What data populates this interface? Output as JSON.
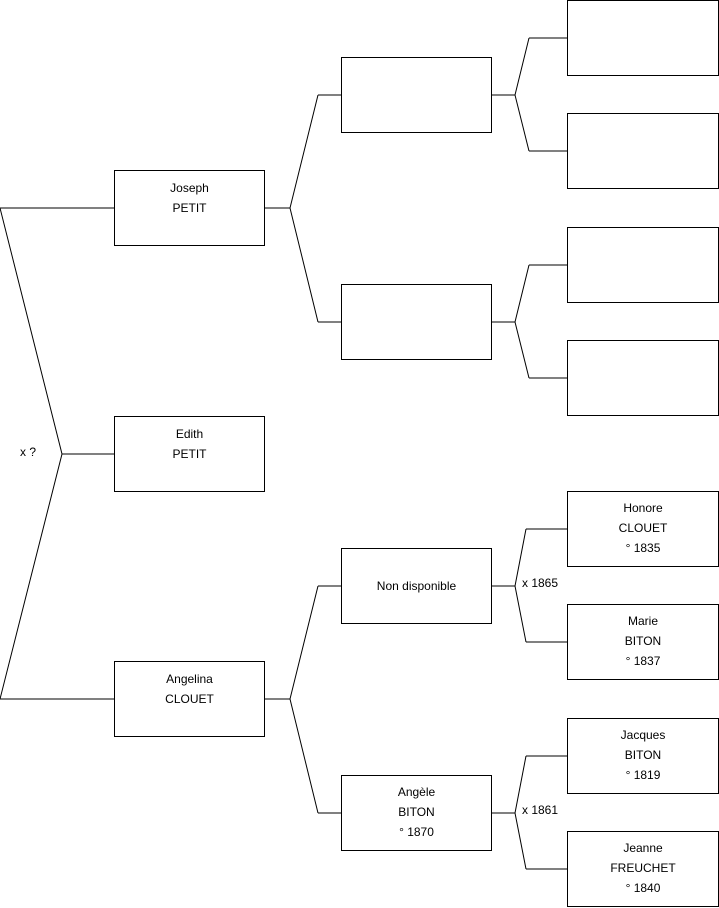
{
  "persons": {
    "edith": {
      "first": "Edith",
      "last": "PETIT"
    },
    "joseph": {
      "first": "Joseph",
      "last": "PETIT"
    },
    "angelina": {
      "first": "Angelina",
      "last": "CLOUET"
    },
    "unknown": {
      "text": "Non disponible"
    },
    "angele": {
      "first": "Angèle",
      "last": "BITON",
      "birth": "° 1870"
    },
    "honore": {
      "first": "Honore",
      "last": "CLOUET",
      "birth": "° 1835"
    },
    "marie": {
      "first": "Marie",
      "last": "BITON",
      "birth": "° 1837"
    },
    "jacques": {
      "first": "Jacques",
      "last": "BITON",
      "birth": "° 1819"
    },
    "jeanne": {
      "first": "Jeanne",
      "last": "FREUCHET",
      "birth": "° 1840"
    }
  },
  "marriages": {
    "parents": "x ?",
    "clouet_biton": "x 1865",
    "biton_freuchet": "x 1861"
  }
}
